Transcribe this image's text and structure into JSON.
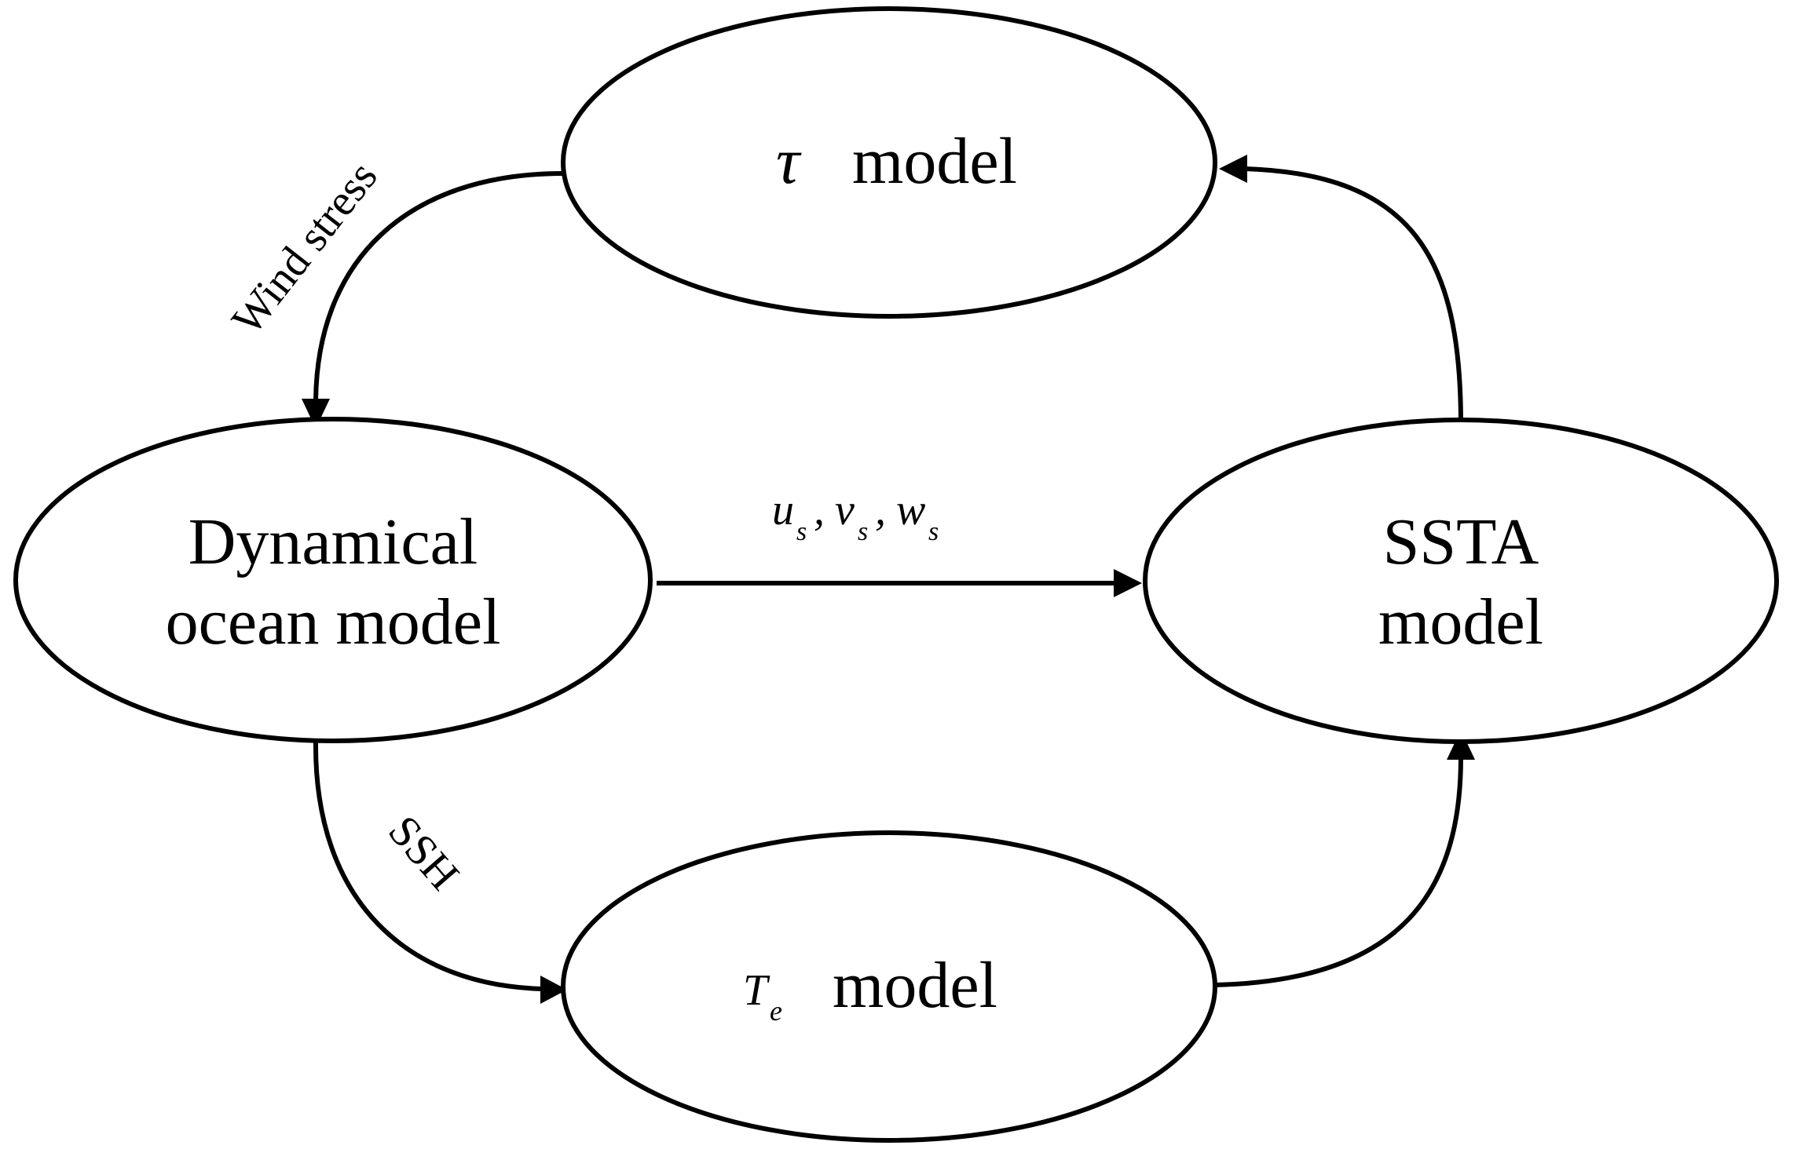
{
  "nodes": {
    "tau": {
      "symbol": "τ",
      "label": "model"
    },
    "dynamical": {
      "line1": "Dynamical",
      "line2": "ocean model"
    },
    "ssta": {
      "line1": "SSTA",
      "line2": "model"
    },
    "te": {
      "symbol": "T",
      "subscript": "e",
      "label": "model"
    }
  },
  "edges": {
    "wind_stress": {
      "label": "Wind stress"
    },
    "ssh": {
      "label": "SSH"
    },
    "velocities": {
      "u": "u",
      "u_sub": "s",
      "sep1": ",",
      "v": "v",
      "v_sub": "s",
      "sep2": ",",
      "w": "w",
      "w_sub": "s"
    }
  }
}
